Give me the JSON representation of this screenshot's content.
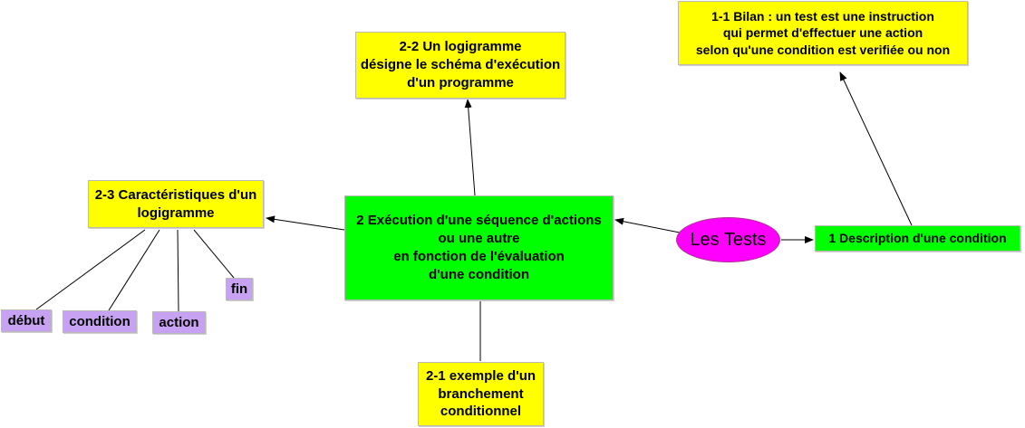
{
  "colors": {
    "yellow_node": "#ffff00",
    "green_node": "#00ff00",
    "purple_node": "#c8a2f2",
    "root_node": "#ff00ff",
    "edge": "#000000"
  },
  "nodes": {
    "root": {
      "label": "Les Tests"
    },
    "n1": {
      "label": "1 Description d'une condition"
    },
    "n1_1": {
      "label": "1-1 Bilan : un test est une instruction\nqui permet d'effectuer une action\nselon qu'une condition est verifiée ou non"
    },
    "n2": {
      "label": "2 Exécution d'une séquence d'actions\nou une autre\nen fonction de l'évaluation\nd'une condition"
    },
    "n2_1": {
      "label": "2-1 exemple d'un\nbranchement\nconditionnel"
    },
    "n2_2": {
      "label": "2-2 Un logigramme\ndésigne le schéma d'exécution\nd'un programme"
    },
    "n2_3": {
      "label": "2-3 Caractéristiques d'un\nlogigramme"
    },
    "debut": {
      "label": "début"
    },
    "condition": {
      "label": "condition"
    },
    "action": {
      "label": "action"
    },
    "fin": {
      "label": "fin"
    }
  }
}
